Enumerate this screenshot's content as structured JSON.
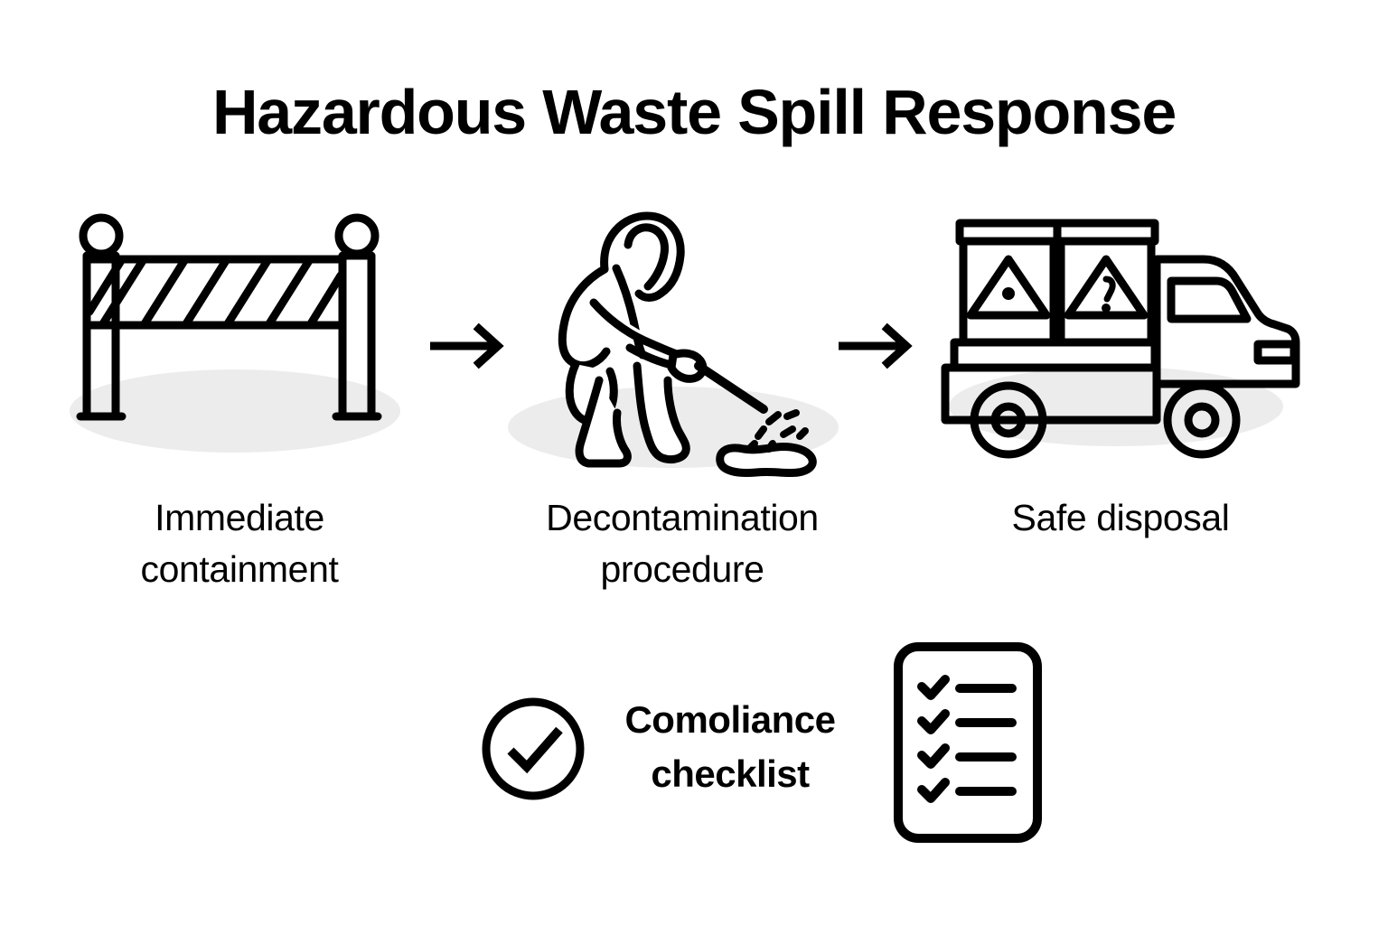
{
  "page": {
    "title": "Hazardous Waste Spill Response",
    "background_color": "#FFFFFF",
    "ink_color": "#000000",
    "shadow_color": "#ECECEC"
  },
  "steps": [
    {
      "icon": "barrier-icon",
      "label_line1": "Immediate",
      "label_line2": "containment"
    },
    {
      "icon": "hazmat-worker-spraying-icon",
      "label_line1": "Decontamination",
      "label_line2": "procedure"
    },
    {
      "icon": "hazmat-truck-icon",
      "label_line1": "Safe disposal",
      "label_line2": ""
    }
  ],
  "arrows": [
    {
      "name": "arrow-step1-to-step2",
      "glyph": "right-arrow-icon"
    },
    {
      "name": "arrow-step2-to-step3",
      "glyph": "right-arrow-icon"
    }
  ],
  "compliance": {
    "check_icon": "check-circle-icon",
    "label_line1": "Comoliance",
    "label_line2": "checklist",
    "clipboard_icon": "checklist-document-icon",
    "checklist_rows": 4
  }
}
